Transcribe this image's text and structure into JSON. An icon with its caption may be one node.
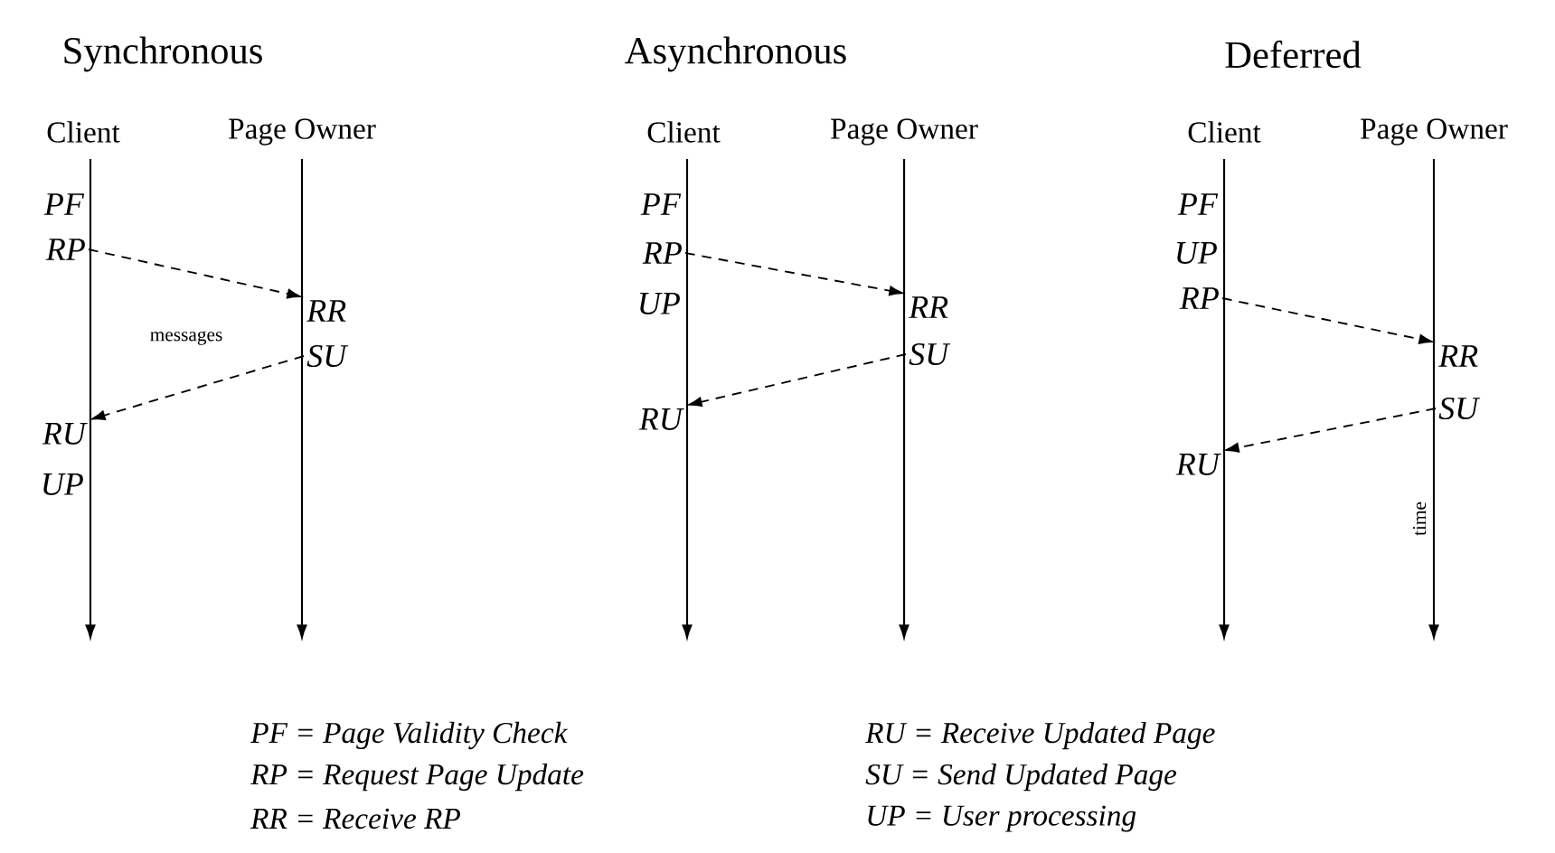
{
  "diagram": {
    "nodes": [
      {
        "text": [
          "RP"
        ]
      },
      {
        "text": [
          "RR"
        ]
      },
      {
        "text": [
          "SU"
        ]
      },
      {
        "text": [
          "RU"
        ]
      },
      {
        "text": [
          "RP"
        ]
      },
      {
        "text": [
          "RR"
        ]
      },
      {
        "text": [
          "SU"
        ]
      },
      {
        "text": [
          "RU"
        ]
      },
      {
        "text": [
          "RP"
        ]
      },
      {
        "text": [
          "RR"
        ]
      },
      {
        "text": [
          "SU"
        ]
      },
      {
        "text": [
          "RU"
        ]
      }
    ],
    "edges": [
      {
        "from": 0,
        "to": 1,
        "arrow": "to",
        "style": "dashed"
      },
      {
        "from": 2,
        "to": 3,
        "arrow": "to",
        "style": "dashed"
      },
      {
        "from": 4,
        "to": 5,
        "arrow": "to",
        "style": "dashed"
      },
      {
        "from": 6,
        "to": 7,
        "arrow": "to",
        "style": "dashed"
      },
      {
        "from": 8,
        "to": 9,
        "arrow": "to",
        "style": "dashed"
      },
      {
        "from": 10,
        "to": 11,
        "arrow": "to",
        "style": "dashed"
      }
    ],
    "labels": [
      "Synchronous",
      "Asynchronous",
      "Deferred",
      "Client",
      "Page Owner",
      "Client",
      "Page Owner",
      "Client",
      "Page Owner",
      "PF",
      "messages",
      "UP",
      "PF",
      "UP",
      "PF",
      "UP",
      "time",
      "PF = Page Validity Check",
      "RU = Receive Updated Page",
      "RP = Request Page Update",
      "SU = Send Updated Page",
      "RR = Receive RP",
      "UP = User processing"
    ]
  }
}
